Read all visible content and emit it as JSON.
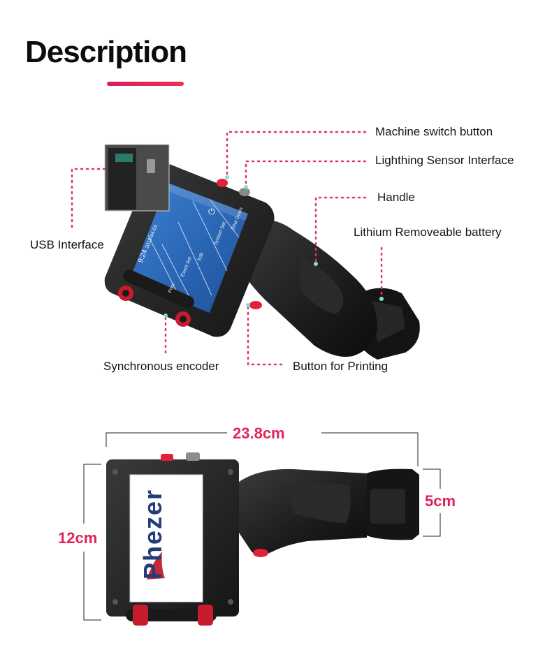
{
  "title": "Description",
  "callouts": {
    "machine_switch": "Machine switch button",
    "light_sensor": "Lighthing Sensor Interface",
    "handle": "Handle",
    "battery": "Lithium Removeable battery",
    "usb": "USB Interface",
    "encoder": "Synchronous encoder",
    "print_button": "Button for Printing"
  },
  "screen": {
    "time": "9:24",
    "date": "2019-04-03",
    "menu": [
      "Print",
      "Event Set",
      "Edit",
      "System Set",
      "Shut Down"
    ]
  },
  "brand": "Phezer",
  "dimensions": {
    "width": "23.8cm",
    "height": "12cm",
    "handle": "5cm"
  },
  "colors": {
    "accent": "#e12458",
    "dot_line": "#e0336a",
    "screen_blue": "#2f6fc0"
  }
}
